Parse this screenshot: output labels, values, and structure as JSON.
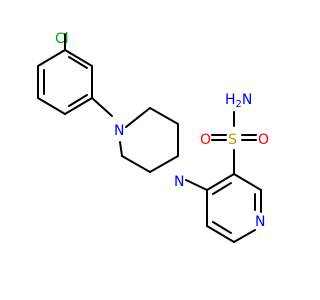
{
  "molecule": {
    "atoms": {
      "cl": "Cl",
      "n_pip_top": "N",
      "n_pip_bottom": "N",
      "n_pyridine": "N",
      "sulfur": "S",
      "oxygen_left": "O",
      "oxygen_right": "O",
      "amine_n": "N",
      "amine_h": "H",
      "amine_sub": "2"
    },
    "colors": {
      "carbon_bond": "#000000",
      "nitrogen": "#0000ff",
      "oxygen": "#ff0000",
      "sulfur": "#b8a000",
      "chlorine": "#00aa00"
    }
  }
}
